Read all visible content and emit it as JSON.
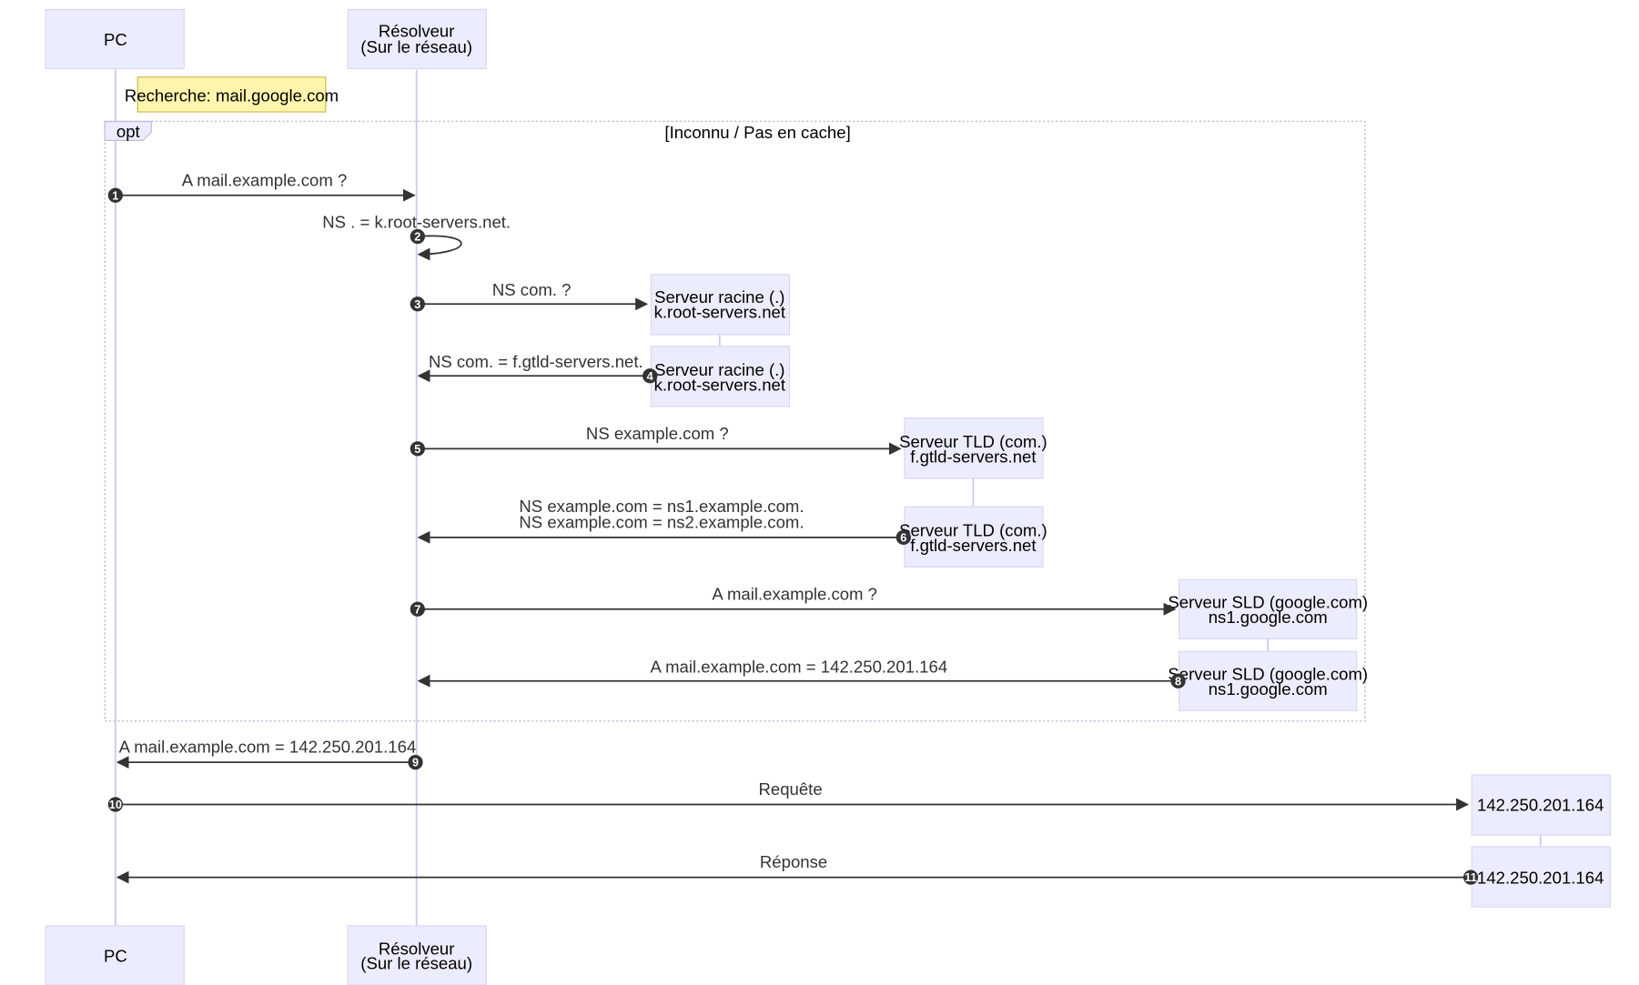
{
  "actors": {
    "pc": {
      "label": "PC"
    },
    "resolver": {
      "line1": "Résolveur",
      "line2": "(Sur le réseau)"
    },
    "root1": {
      "line1": "Serveur racine (.)",
      "line2": "k.root-servers.net"
    },
    "root2": {
      "line1": "Serveur racine (.)",
      "line2": "k.root-servers.net"
    },
    "tld1": {
      "line1": "Serveur TLD (com.)",
      "line2": "f.gtld-servers.net"
    },
    "tld2": {
      "line1": "Serveur TLD (com.)",
      "line2": "f.gtld-servers.net"
    },
    "sld1": {
      "line1": "Serveur SLD (google.com)",
      "line2": "ns1.google.com"
    },
    "sld2": {
      "line1": "Serveur SLD (google.com)",
      "line2": "ns1.google.com"
    },
    "ip1": {
      "label": "142.250.201.164"
    },
    "ip2": {
      "label": "142.250.201.164"
    }
  },
  "note": {
    "text": "Recherche: mail.google.com"
  },
  "opt": {
    "label": "opt",
    "condition": "[Inconnu / Pas en cache]"
  },
  "messages": [
    {
      "num": "1",
      "text": "A mail.example.com ?"
    },
    {
      "num": "2",
      "text": "NS . = k.root-servers.net."
    },
    {
      "num": "3",
      "text": "NS com. ?"
    },
    {
      "num": "4",
      "text": "NS com. = f.gtld-servers.net."
    },
    {
      "num": "5",
      "text": "NS example.com ?"
    },
    {
      "num": "6",
      "line1": "NS example.com = ns1.example.com.",
      "line2": "NS example.com = ns2.example.com."
    },
    {
      "num": "7",
      "text": "A mail.example.com ?"
    },
    {
      "num": "8",
      "text": "A mail.example.com = 142.250.201.164"
    },
    {
      "num": "9",
      "text": "A mail.example.com = 142.250.201.164"
    },
    {
      "num": "10",
      "text": "Requête"
    },
    {
      "num": "11",
      "text": "Réponse"
    }
  ]
}
